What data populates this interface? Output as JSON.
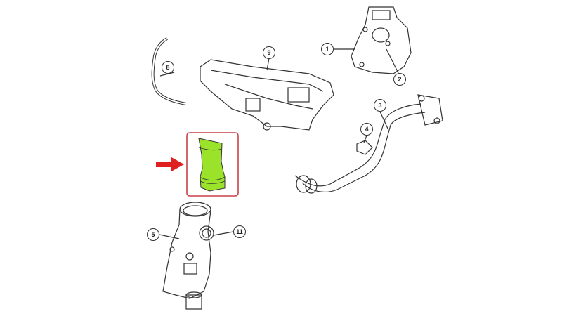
{
  "diagram": {
    "highlight_color": "#9be22a",
    "frame_color": "#c9404a",
    "arrow_color": "#e02020",
    "callouts": [
      "1",
      "2",
      "3",
      "4",
      "5",
      "8",
      "9",
      "11"
    ]
  }
}
